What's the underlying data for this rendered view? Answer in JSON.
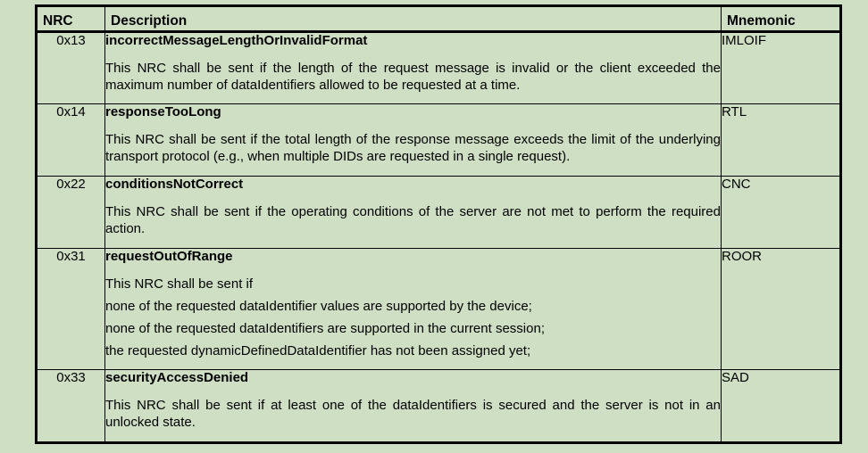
{
  "table": {
    "headers": {
      "nrc": "NRC",
      "description": "Description",
      "mnemonic": "Mnemonic"
    },
    "rows": [
      {
        "code": "0x13",
        "name": "incorrectMessageLengthOrInvalidFormat",
        "text": "This NRC shall be sent if the length of the request message is invalid or the client exceeded the maximum number of dataIdentifiers allowed to be requested at a time.",
        "mnemonic": "IMLOIF"
      },
      {
        "code": "0x14",
        "name": "responseTooLong",
        "text": "This NRC shall be sent if the total length of the response message exceeds the limit of the underlying transport protocol (e.g., when multiple DIDs are requested in a single request).",
        "mnemonic": "RTL"
      },
      {
        "code": "0x22",
        "name": "conditionsNotCorrect",
        "text": "This NRC shall be sent if the operating conditions of the server are not met to perform the required action.",
        "mnemonic": "CNC"
      },
      {
        "code": "0x31",
        "name": "requestOutOfRange",
        "lines": [
          "This NRC shall be sent if",
          "none of the requested dataIdentifier values are supported by the device;",
          "none of the requested dataIdentifiers are supported in the current session;",
          "the requested dynamicDefinedDataIdentifier has not been assigned yet;"
        ],
        "mnemonic": "ROOR"
      },
      {
        "code": "0x33",
        "name": "securityAccessDenied",
        "text": "This NRC shall be sent if at least one of the dataIdentifiers is secured and the server is not in an unlocked state.",
        "mnemonic": "SAD"
      }
    ]
  }
}
